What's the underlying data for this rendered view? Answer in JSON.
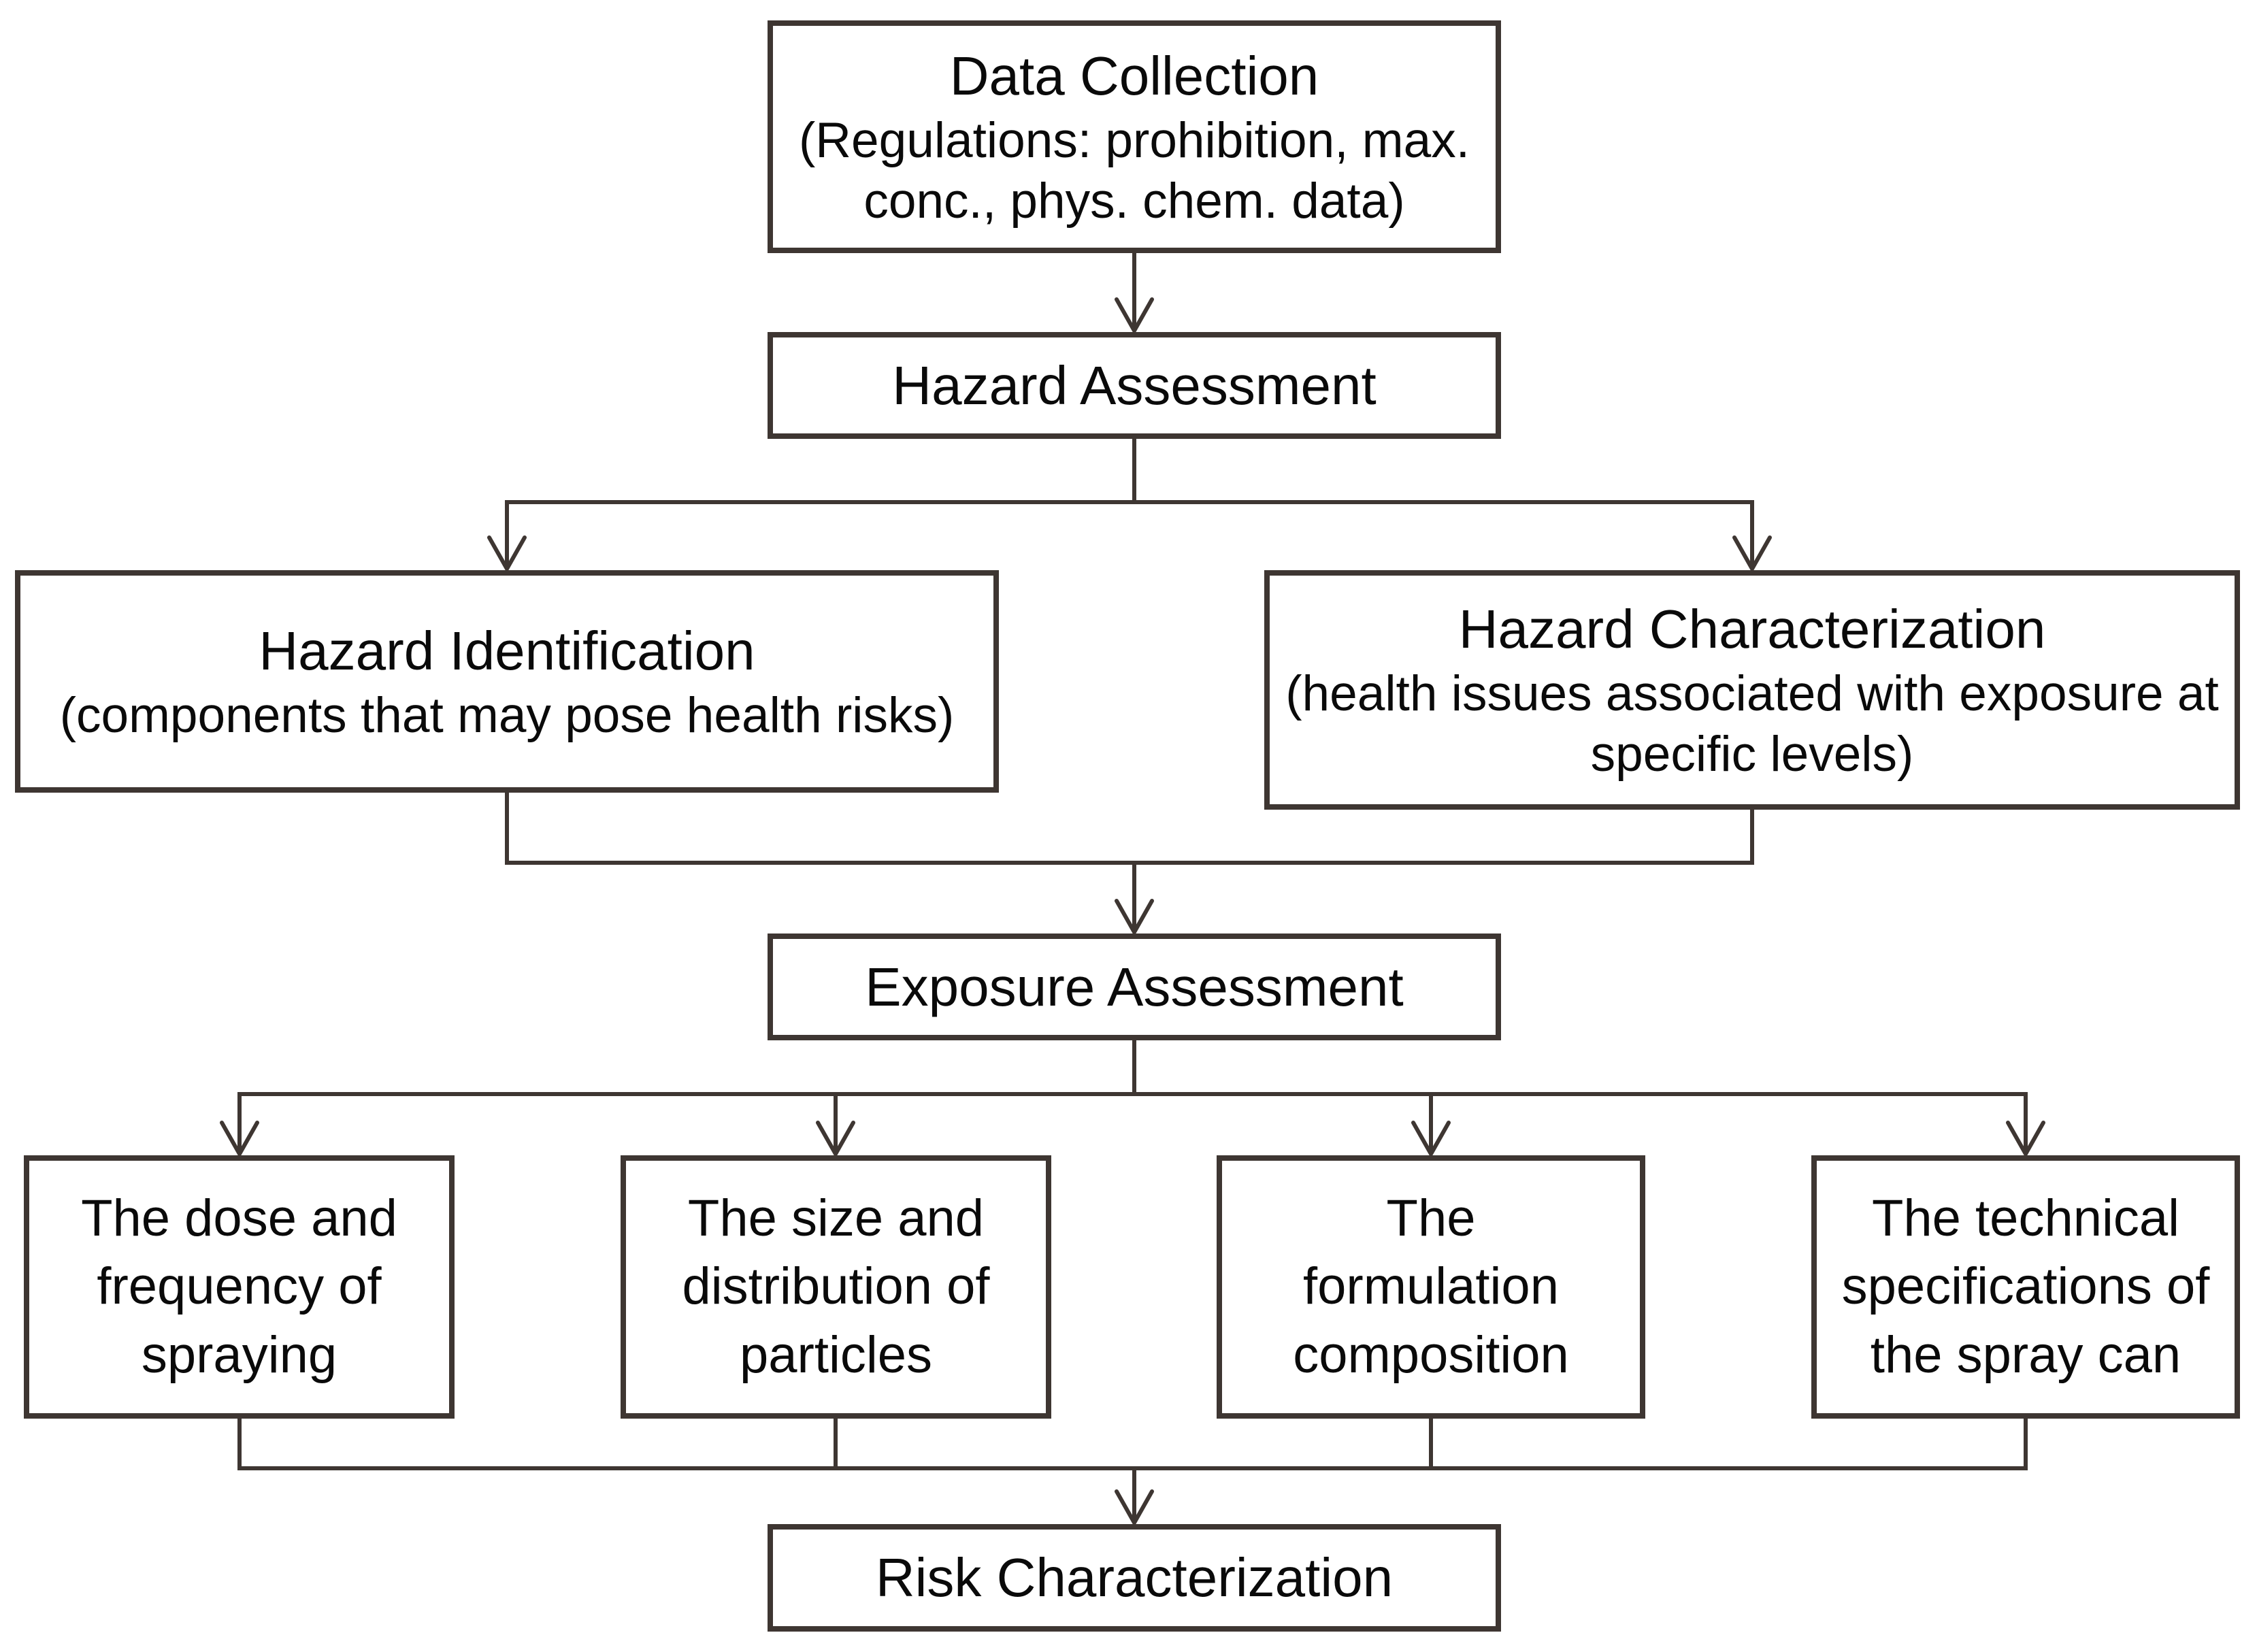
{
  "page": {
    "background_color": "#ffffff",
    "line_color": "#3e3632",
    "text_color": "#0a0a0a",
    "diagram_type": "flowchart"
  },
  "nodes": {
    "data_collection": {
      "title": "Data Collection",
      "subtitle": "(Regulations: prohibition, max. conc., phys. chem. data)"
    },
    "hazard_assessment": {
      "title": "Hazard Assessment"
    },
    "hazard_identification": {
      "title": "Hazard Identification",
      "subtitle": "(components that may pose health risks)"
    },
    "hazard_characterization": {
      "title": "Hazard Characterization",
      "subtitle": "(health issues associated with exposure at specific levels)"
    },
    "exposure_assessment": {
      "title": "Exposure Assessment"
    },
    "dose_frequency": {
      "title": "The dose and frequency of spraying"
    },
    "size_distribution": {
      "title": "The size and distribution of particles"
    },
    "formulation_composition": {
      "title": "The formulation composition"
    },
    "technical_specifications": {
      "title": "The technical specifications of the spray can"
    },
    "risk_characterization": {
      "title": "Risk Characterization"
    }
  },
  "edges": [
    {
      "from": "data_collection",
      "to": "hazard_assessment"
    },
    {
      "from": "hazard_assessment",
      "to": "hazard_identification"
    },
    {
      "from": "hazard_assessment",
      "to": "hazard_characterization"
    },
    {
      "from": "hazard_identification",
      "to": "exposure_assessment"
    },
    {
      "from": "hazard_characterization",
      "to": "exposure_assessment"
    },
    {
      "from": "exposure_assessment",
      "to": "dose_frequency"
    },
    {
      "from": "exposure_assessment",
      "to": "size_distribution"
    },
    {
      "from": "exposure_assessment",
      "to": "formulation_composition"
    },
    {
      "from": "exposure_assessment",
      "to": "technical_specifications"
    },
    {
      "from": "dose_frequency",
      "to": "risk_characterization"
    },
    {
      "from": "size_distribution",
      "to": "risk_characterization"
    },
    {
      "from": "formulation_composition",
      "to": "risk_characterization"
    },
    {
      "from": "technical_specifications",
      "to": "risk_characterization"
    }
  ]
}
